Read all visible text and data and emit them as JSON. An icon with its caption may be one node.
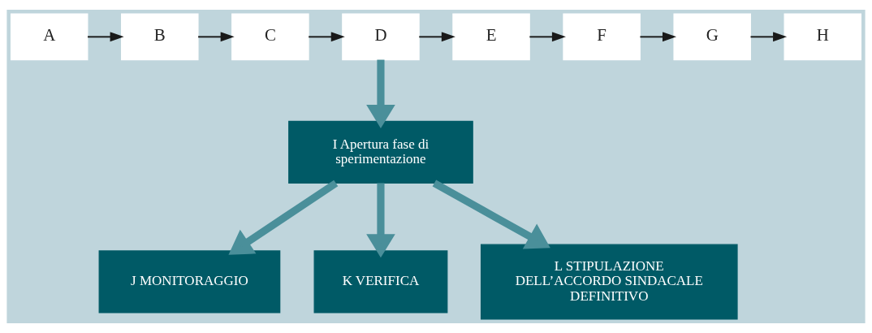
{
  "diagram": {
    "nodes": [
      {
        "text": [
          "A"
        ]
      },
      {
        "text": [
          "B"
        ]
      },
      {
        "text": [
          "C"
        ]
      },
      {
        "text": [
          "D"
        ]
      },
      {
        "text": [
          "E"
        ]
      },
      {
        "text": [
          "F"
        ]
      },
      {
        "text": [
          "G"
        ]
      },
      {
        "text": [
          "H"
        ]
      },
      {
        "text": [
          "I Apertura fase di sperimentazione"
        ]
      },
      {
        "text": [
          "J MONITORAGGIO"
        ]
      },
      {
        "text": [
          "K VERIFICA"
        ]
      },
      {
        "text": [
          "L STIPULAZIONE DELL’ACCORDO SINDACALE DEFINITIVO"
        ]
      }
    ],
    "edges": [
      {
        "from": 0,
        "to": 1,
        "arrow": "to"
      },
      {
        "from": 1,
        "to": 2,
        "arrow": "to"
      },
      {
        "from": 2,
        "to": 3,
        "arrow": "to"
      },
      {
        "from": 3,
        "to": 4,
        "arrow": "to"
      },
      {
        "from": 4,
        "to": 5,
        "arrow": "to"
      },
      {
        "from": 5,
        "to": 6,
        "arrow": "to"
      },
      {
        "from": 6,
        "to": 7,
        "arrow": "to"
      },
      {
        "from": 3,
        "to": 8,
        "arrow": "to",
        "style": "thick",
        "color": "#4a8f9a"
      },
      {
        "from": 8,
        "to": 9,
        "arrow": "to",
        "style": "thick",
        "color": "#4a8f9a"
      },
      {
        "from": 8,
        "to": 10,
        "arrow": "to",
        "style": "thick",
        "color": "#4a8f9a"
      },
      {
        "from": 8,
        "to": 11,
        "arrow": "to",
        "style": "thick",
        "color": "#4a8f9a"
      }
    ]
  }
}
